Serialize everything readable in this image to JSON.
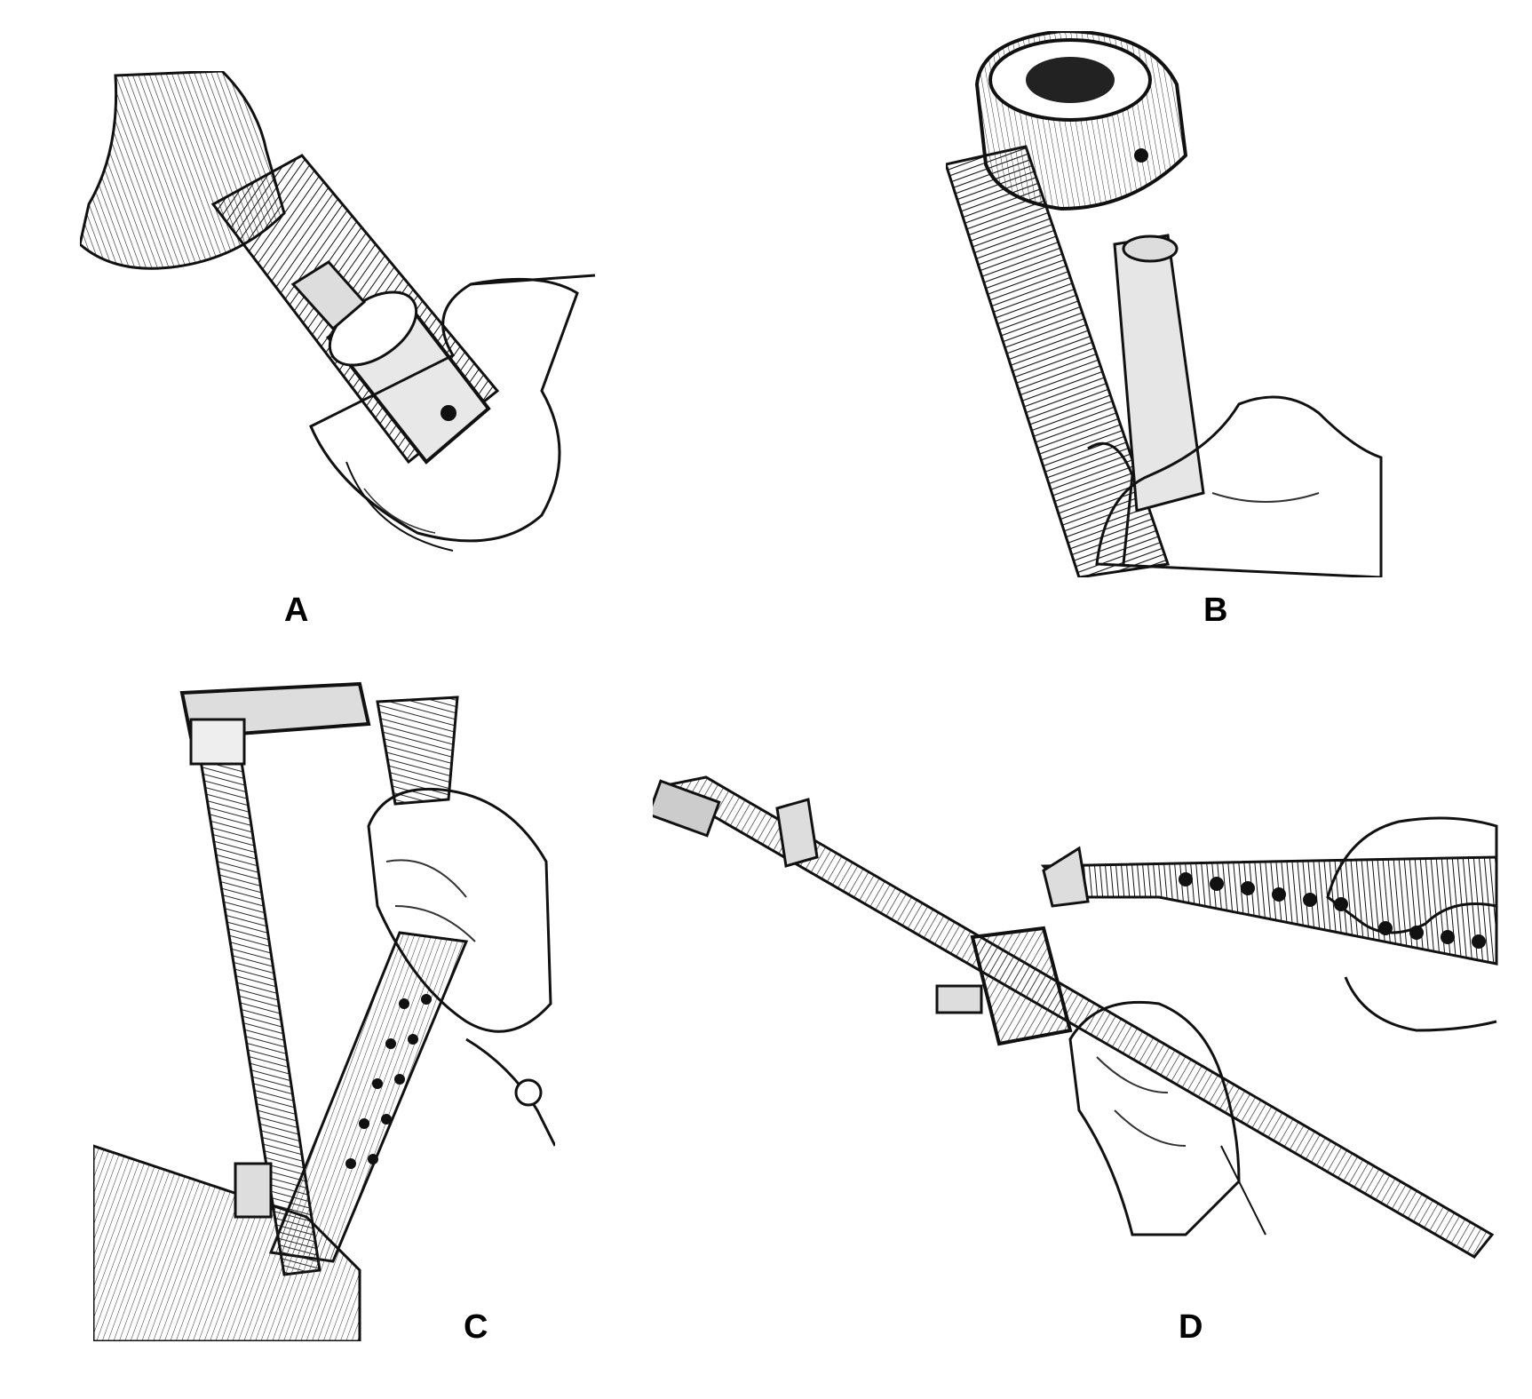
{
  "panels": [
    {
      "id": "A",
      "label": "A"
    },
    {
      "id": "B",
      "label": "B"
    },
    {
      "id": "C",
      "label": "C"
    },
    {
      "id": "D",
      "label": "D"
    }
  ],
  "style": {
    "ink": "#111111",
    "paper": "#ffffff"
  }
}
